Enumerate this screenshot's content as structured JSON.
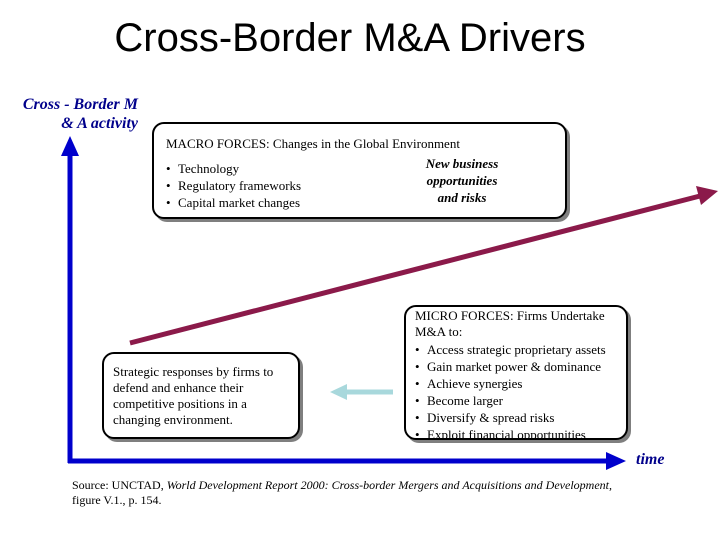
{
  "title": "Cross-Border M&A Drivers",
  "y_axis_label": "Cross - Border M & A activity",
  "x_axis_label": "time",
  "macro": {
    "heading": "MACRO FORCES: Changes in the Global Environment",
    "items": [
      "Technology",
      "Regulatory frameworks",
      "Capital market changes"
    ],
    "result": "New business opportunities and risks"
  },
  "micro": {
    "heading": "MICRO FORCES: Firms Undertake M&A to:",
    "items": [
      "Access strategic proprietary assets",
      "Gain market power & dominance",
      "Achieve synergies",
      "Become larger",
      "Diversify & spread risks",
      "Exploit financial opportunities"
    ]
  },
  "strategic_response": "Strategic responses by firms to defend and enhance their competitive positions in a changing environment.",
  "source": {
    "prefix": "Source: UNCTAD, ",
    "publication": "World Development Report 2000: Cross-border Mergers and Acquisitions and Development,",
    "suffix": " figure V.1., p. 154."
  },
  "colors": {
    "axis": "#0000cc",
    "trend": "#8b1a4a",
    "flow_arrow": "#a8d8dc",
    "label_text": "#00008b"
  }
}
